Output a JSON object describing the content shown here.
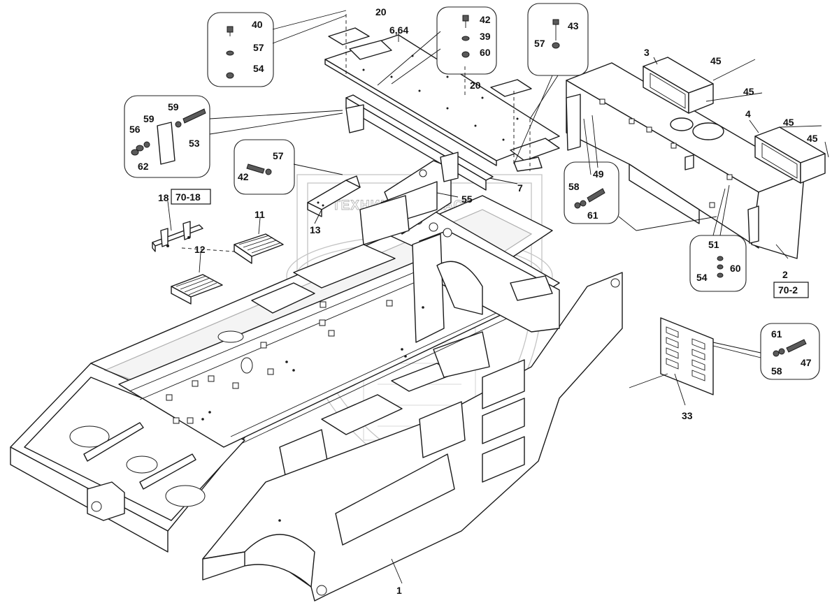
{
  "watermark": {
    "text": "ТЕХНИКА ЗАПЧАСТИ",
    "logo_icon": "shield-logo-icon"
  },
  "callouts": {
    "n1": "1",
    "n2": "2",
    "n3": "3",
    "n4": "4",
    "n6_64": "6,64",
    "n7": "7",
    "n11": "11",
    "n12": "12",
    "n13": "13",
    "n18": "18",
    "n20a": "20",
    "n20b": "20",
    "n33": "33",
    "n45a": "45",
    "n45b": "45",
    "n45c": "45",
    "n45d": "45",
    "n55": "55"
  },
  "references": {
    "ref_70_18": "70-18",
    "ref_70_2": "70-2"
  },
  "detail_groups": {
    "a": [
      "40",
      "57",
      "54"
    ],
    "b": [
      "42",
      "39",
      "60"
    ],
    "c": [
      "43",
      "57"
    ],
    "d": [
      "59",
      "59",
      "56",
      "53",
      "62"
    ],
    "e": [
      "57",
      "42"
    ],
    "f": [
      "49",
      "58",
      "61"
    ],
    "g": [
      "51",
      "60",
      "54"
    ],
    "h": [
      "61",
      "58",
      "47"
    ]
  }
}
